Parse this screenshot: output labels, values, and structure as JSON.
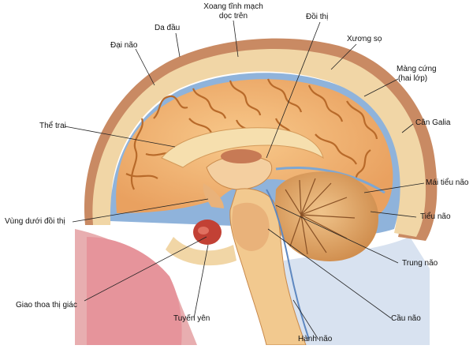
{
  "labels": {
    "da_dau": "Da đầu",
    "xoang_line1": "Xoang tĩnh mạch",
    "xoang_line2": "dọc trên",
    "doi_thi": "Đồi thị",
    "dai_nao": "Đại não",
    "xuong_so": "Xương sọ",
    "mang_cung_line1": "Màng cứng",
    "mang_cung_line2": "(hai lớp)",
    "can_galia": "Cân Galia",
    "the_trai": "Thể trai",
    "mai_tieu_nao": "Mái tiểu não",
    "vung_duoi_doi_thi": "Vùng dưới đồi thị",
    "tieu_nao": "Tiểu não",
    "trung_nao": "Trung não",
    "giao_thoa_thi_giac": "Giao thoa thị giác",
    "cau_nao": "Cầu não",
    "tuyen_yen": "Tuyến yên",
    "hanh_nao": "Hành não"
  },
  "colors": {
    "scalp": "#c98a63",
    "skull": "#f1d6a6",
    "dura": "#7fa7d2",
    "cortex": "#f3b877",
    "sulcus": "#b86a2a",
    "white_matter": "#f6dfae",
    "cerebellum": "#dfa566",
    "brainstem": "#f2c98f",
    "nasal": "#e6949b",
    "pituitary": "#c24135",
    "csf_blue": "#aac4e4"
  }
}
